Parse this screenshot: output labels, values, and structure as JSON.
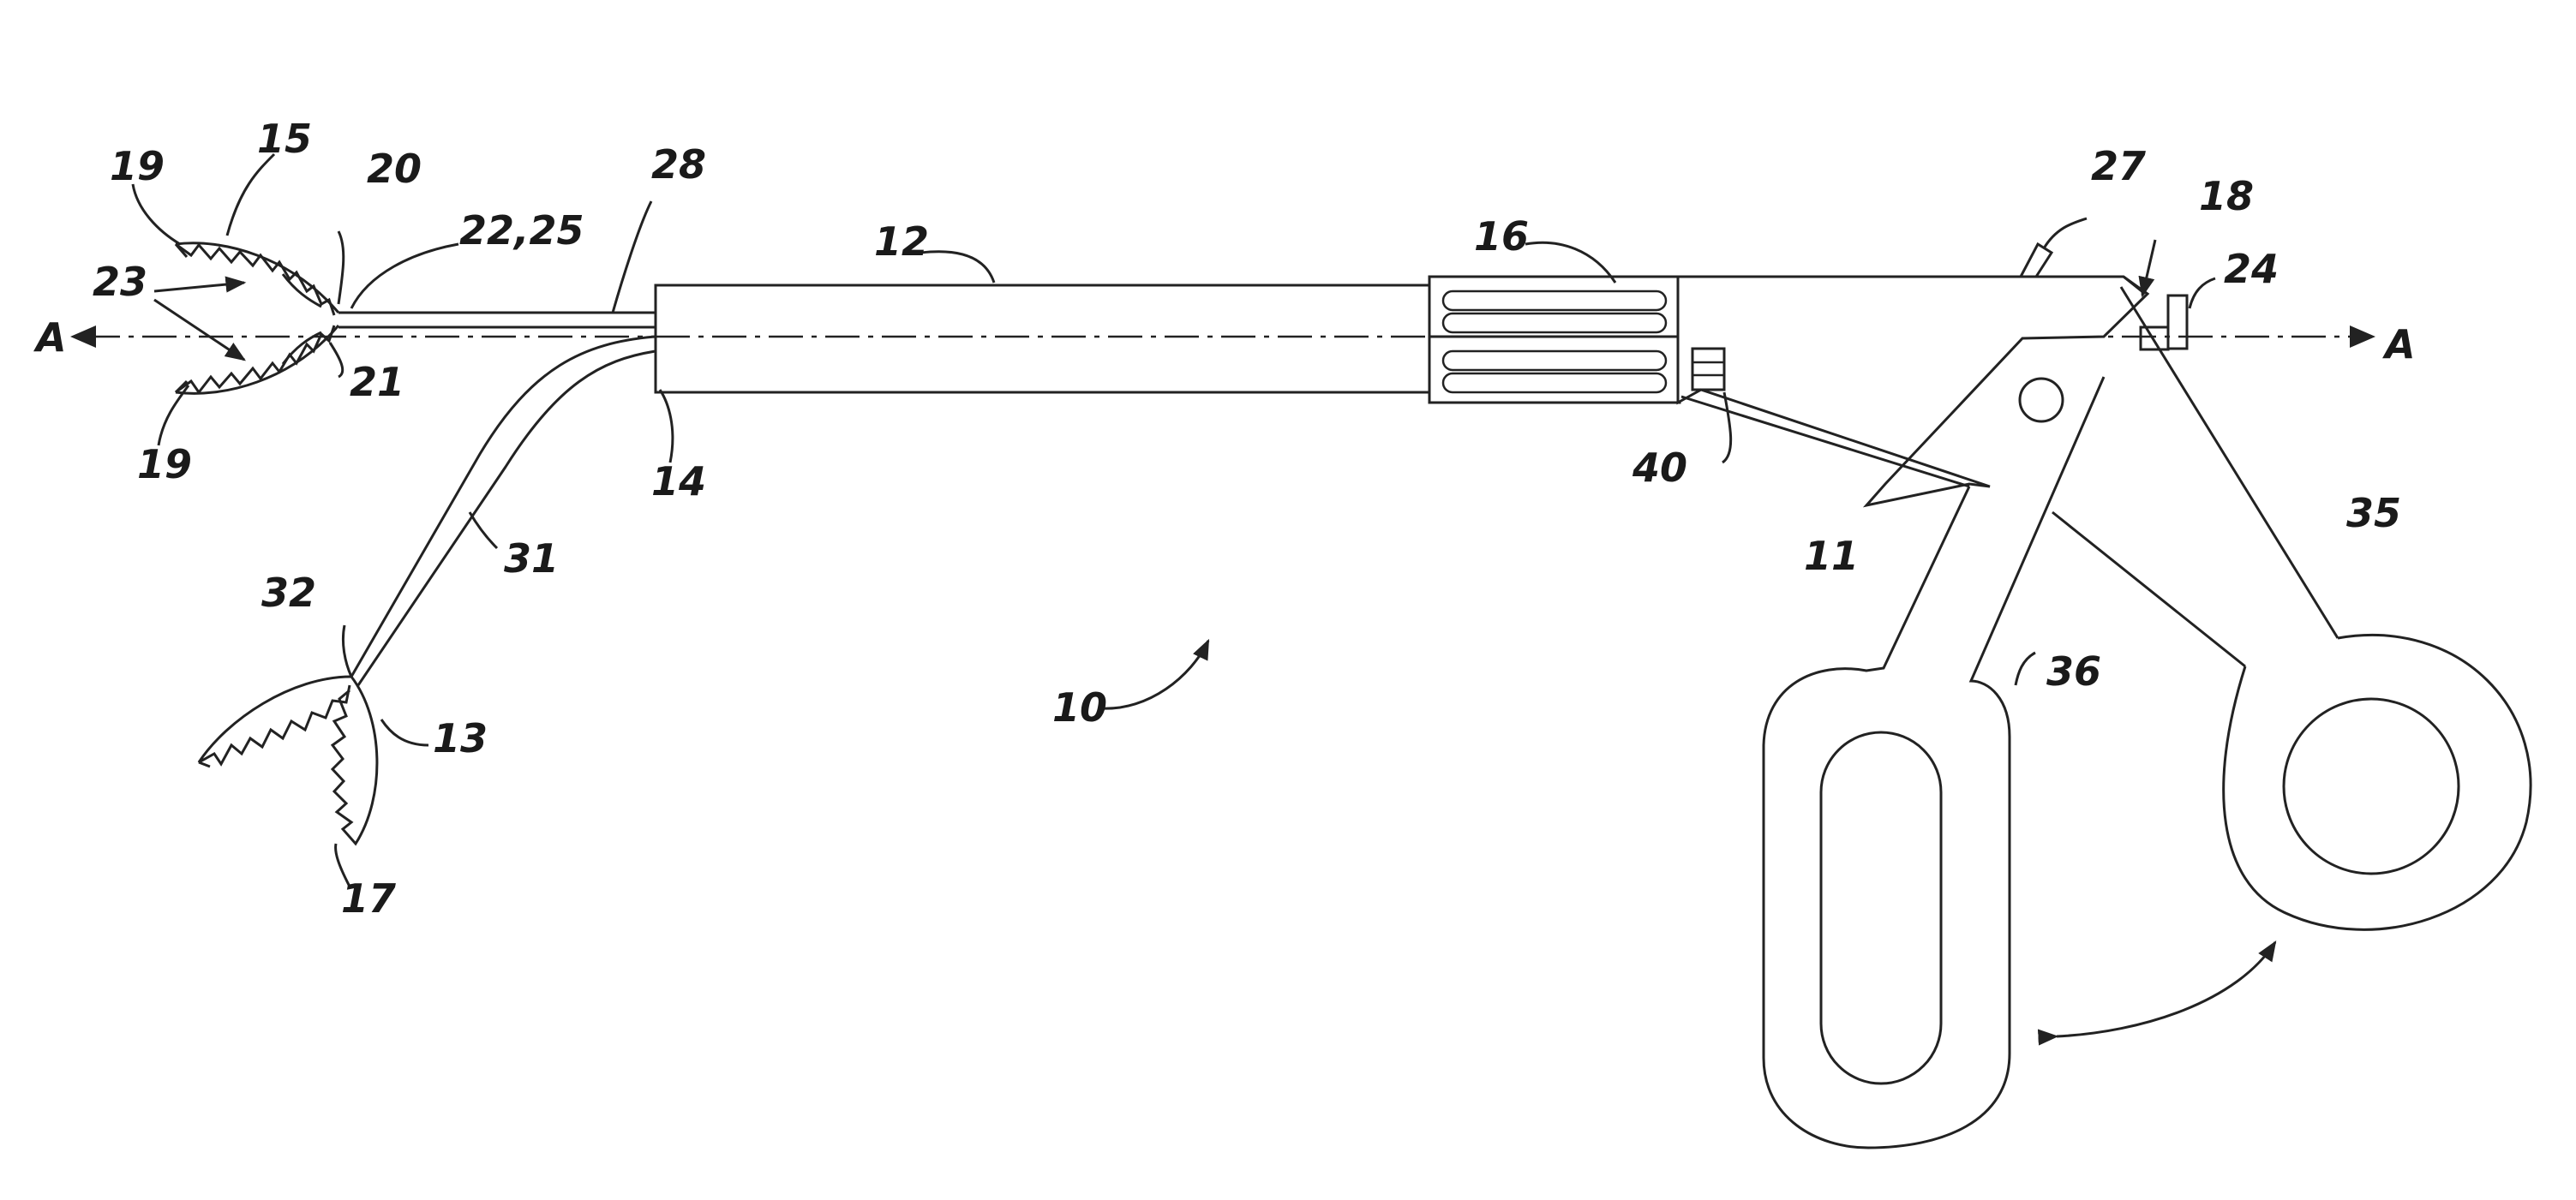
{
  "figure": {
    "axis_label_left": "A",
    "axis_label_right": "A",
    "refs": {
      "r10": "10",
      "r11": "11",
      "r12": "12",
      "r13": "13",
      "r14": "14",
      "r15": "15",
      "r16": "16",
      "r17": "17",
      "r18": "18",
      "r19_top": "19",
      "r19_bottom": "19",
      "r20": "20",
      "r21": "21",
      "r22_25": "22,25",
      "r23": "23",
      "r24": "24",
      "r27": "27",
      "r28": "28",
      "r31": "31",
      "r32": "32",
      "r35": "35",
      "r36": "36",
      "r40": "40"
    }
  }
}
